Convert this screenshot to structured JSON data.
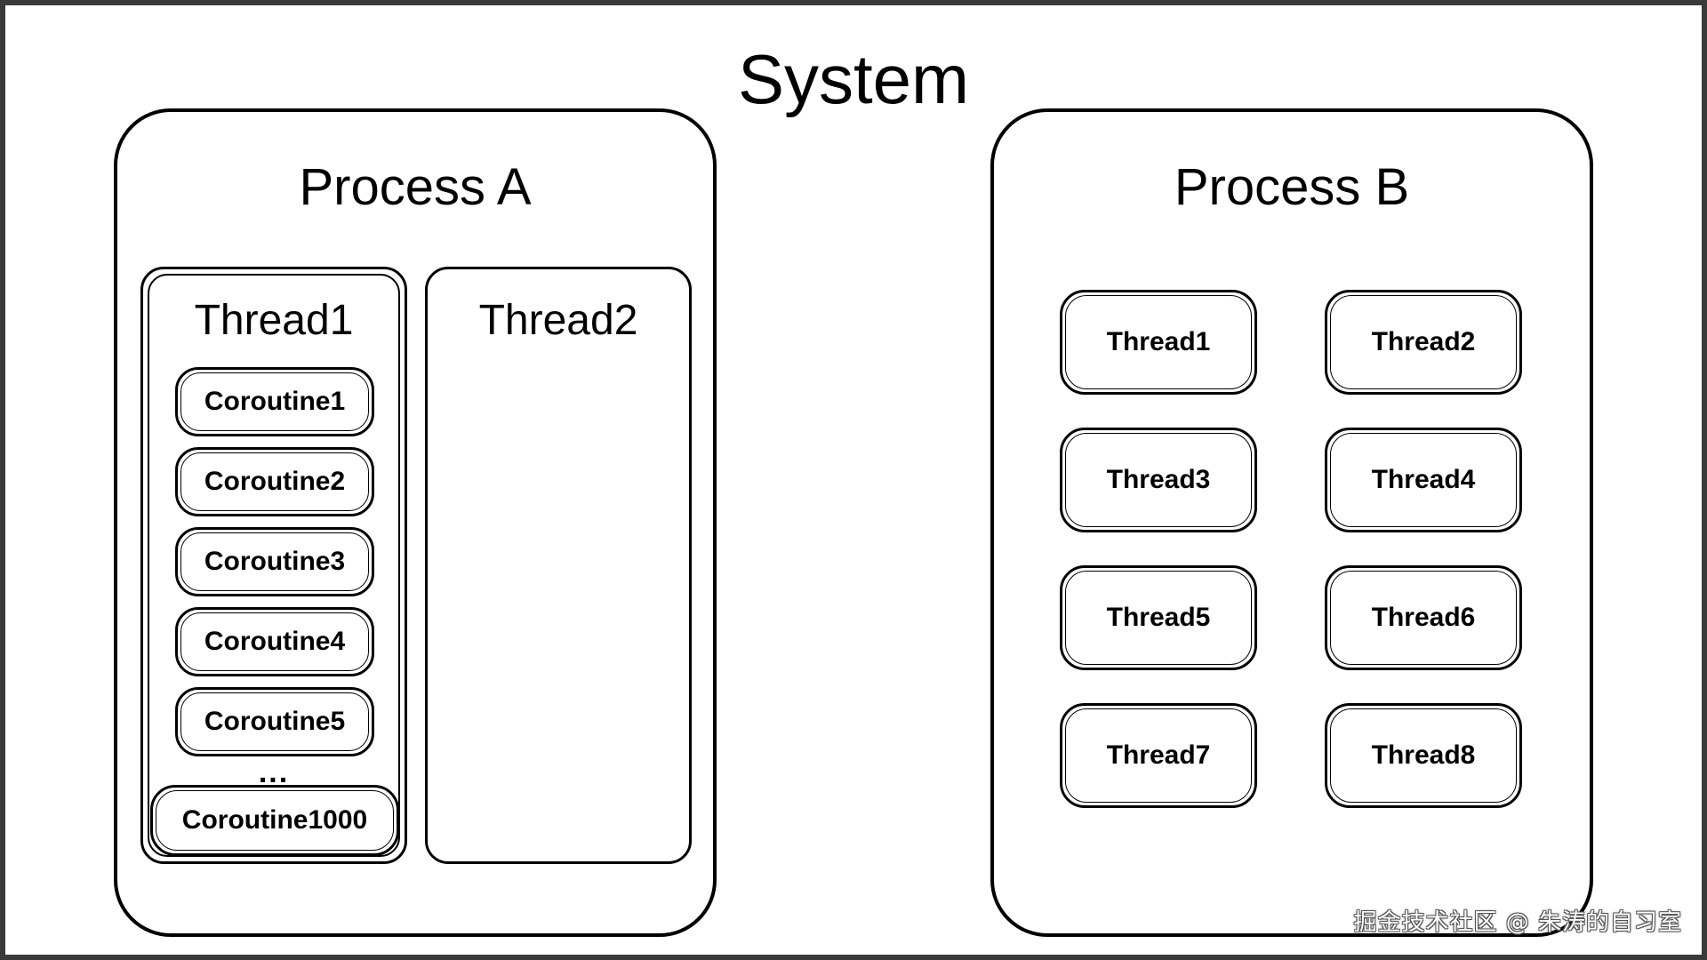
{
  "diagram": {
    "title": "System",
    "process_a": {
      "title": "Process A",
      "thread1": {
        "title": "Thread1",
        "coroutines": [
          "Coroutine1",
          "Coroutine2",
          "Coroutine3",
          "Coroutine4",
          "Coroutine5"
        ],
        "ellipsis": "...",
        "last_coroutine": "Coroutine1000"
      },
      "thread2": {
        "title": "Thread2"
      }
    },
    "process_b": {
      "title": "Process B",
      "threads": [
        "Thread1",
        "Thread2",
        "Thread3",
        "Thread4",
        "Thread5",
        "Thread6",
        "Thread7",
        "Thread8"
      ]
    },
    "watermark": "掘金技术社区 @ 朱涛的自习室"
  }
}
